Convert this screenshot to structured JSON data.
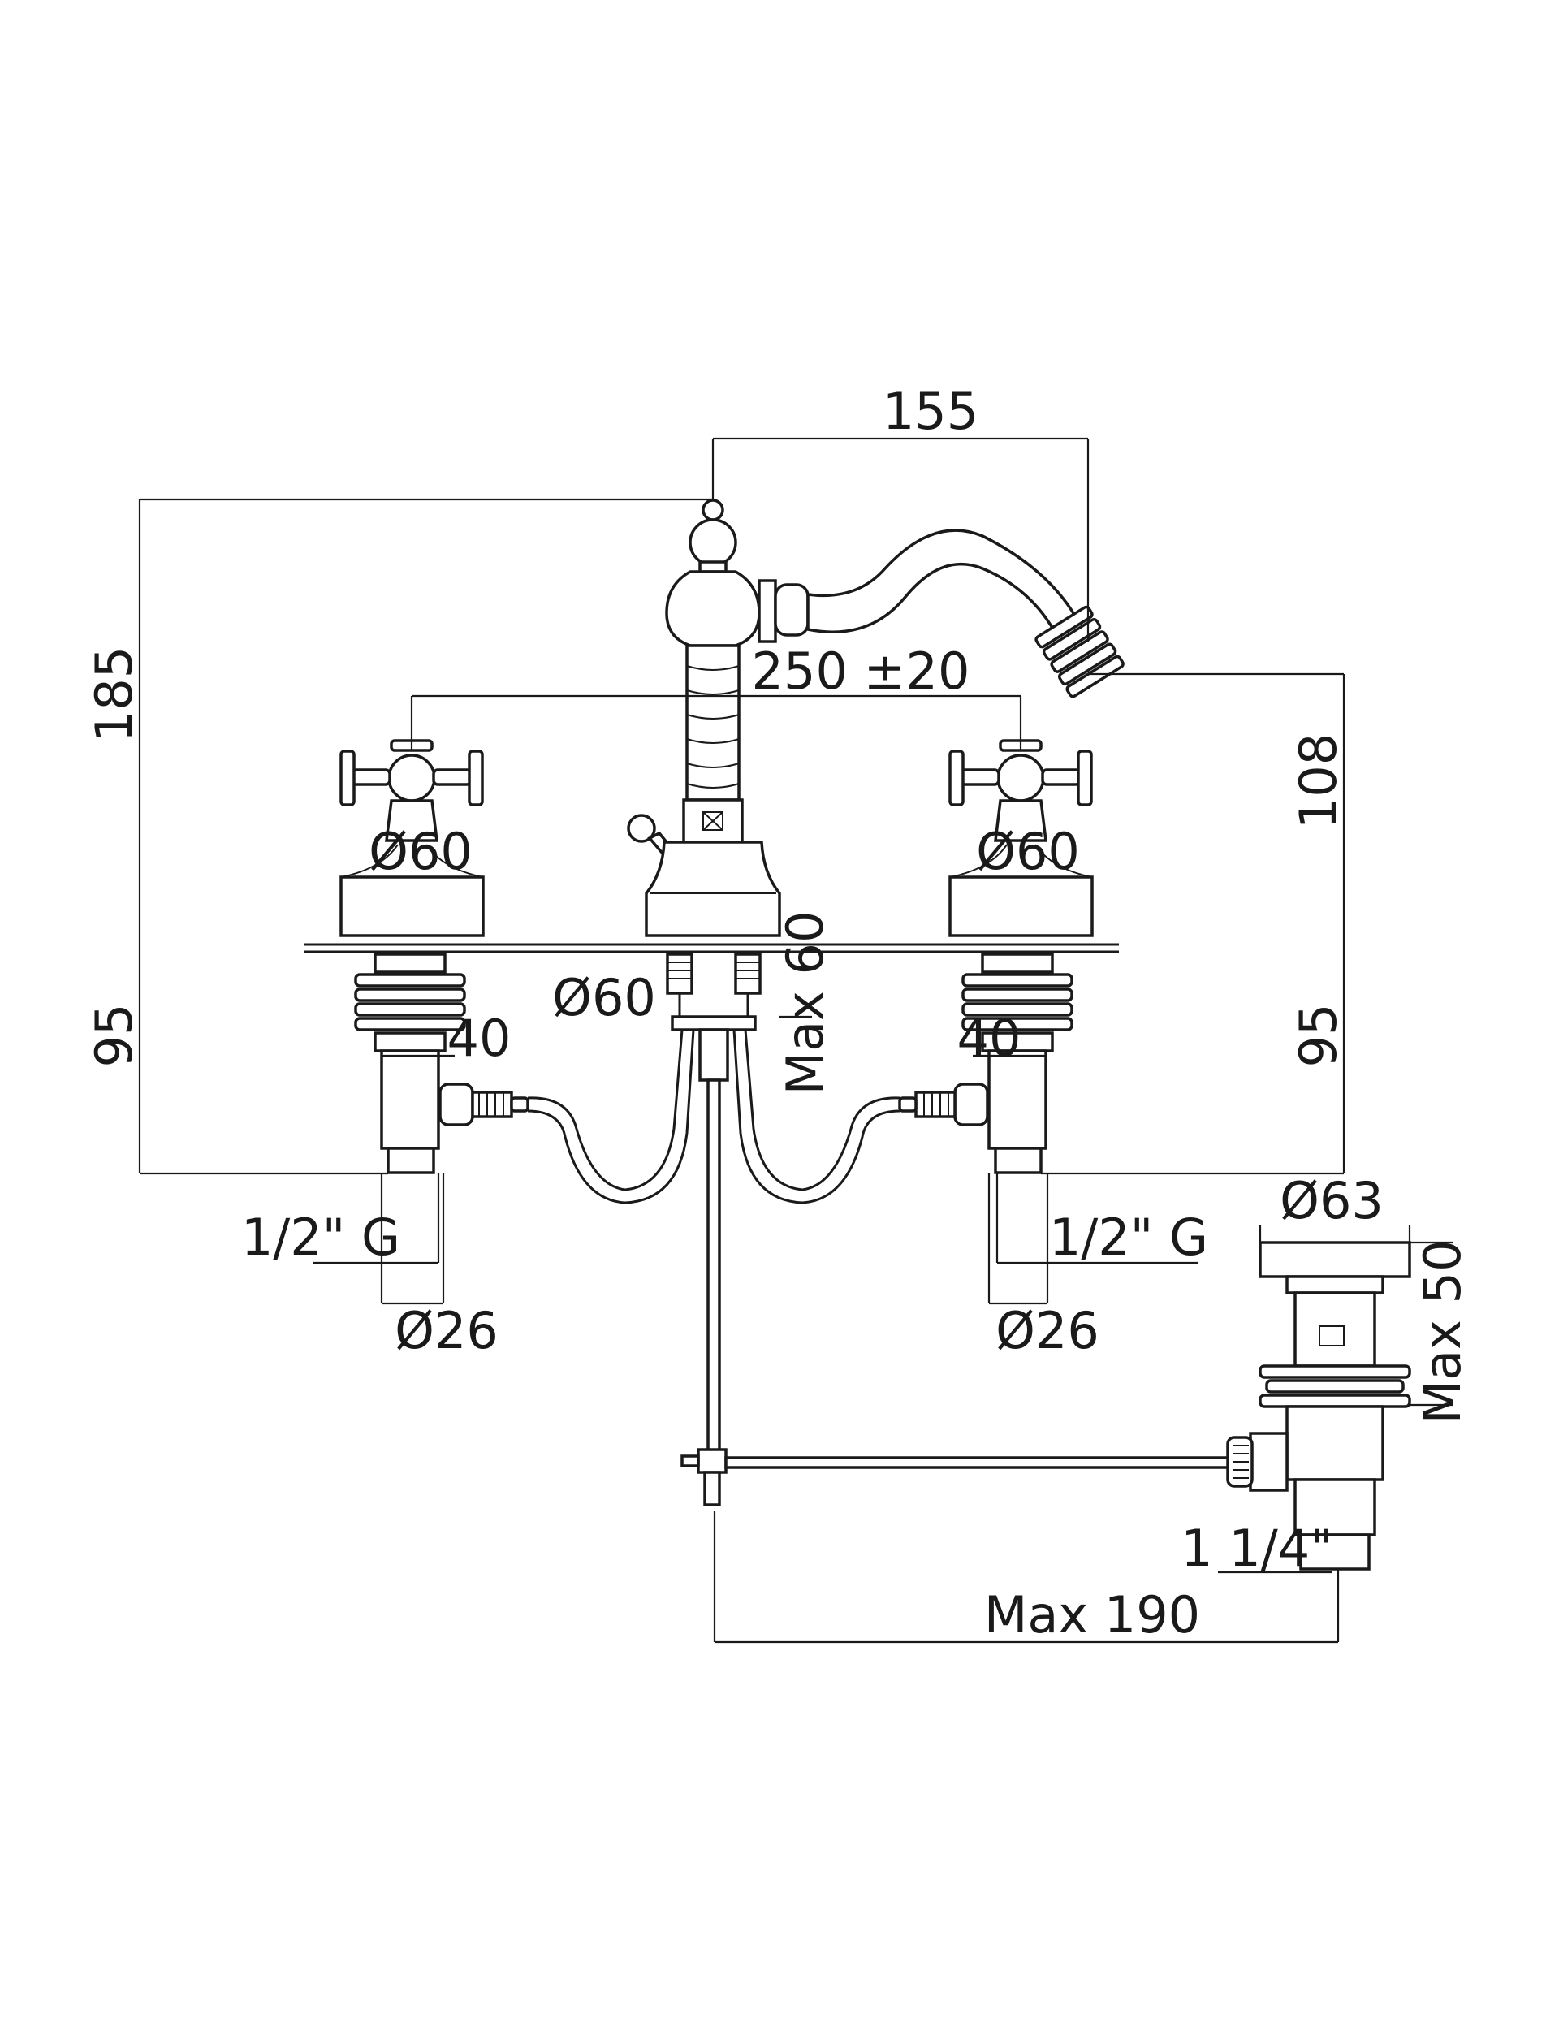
{
  "labels": {
    "spout_reach": "155",
    "total_height": "185",
    "centers": "250 ±20",
    "spout_height": "108",
    "handle_left_dia": "Ø60",
    "handle_right_dia": "Ø60",
    "body_dia": "Ø60",
    "max_deck": "Max 60",
    "under_left": "95",
    "under_right": "95",
    "tail_left": "40",
    "tail_right": "40",
    "conn_left": "1/2\" G",
    "conn_right": "1/2\" G",
    "shank_left": "Ø26",
    "shank_right": "Ø26",
    "waste_dia": "Ø63",
    "waste_max": "Max 50",
    "waste_thread": "1 1/4\"",
    "rod_max": "Max 190"
  },
  "colors": {
    "line": "#1a1a1a",
    "background": "#ffffff"
  }
}
